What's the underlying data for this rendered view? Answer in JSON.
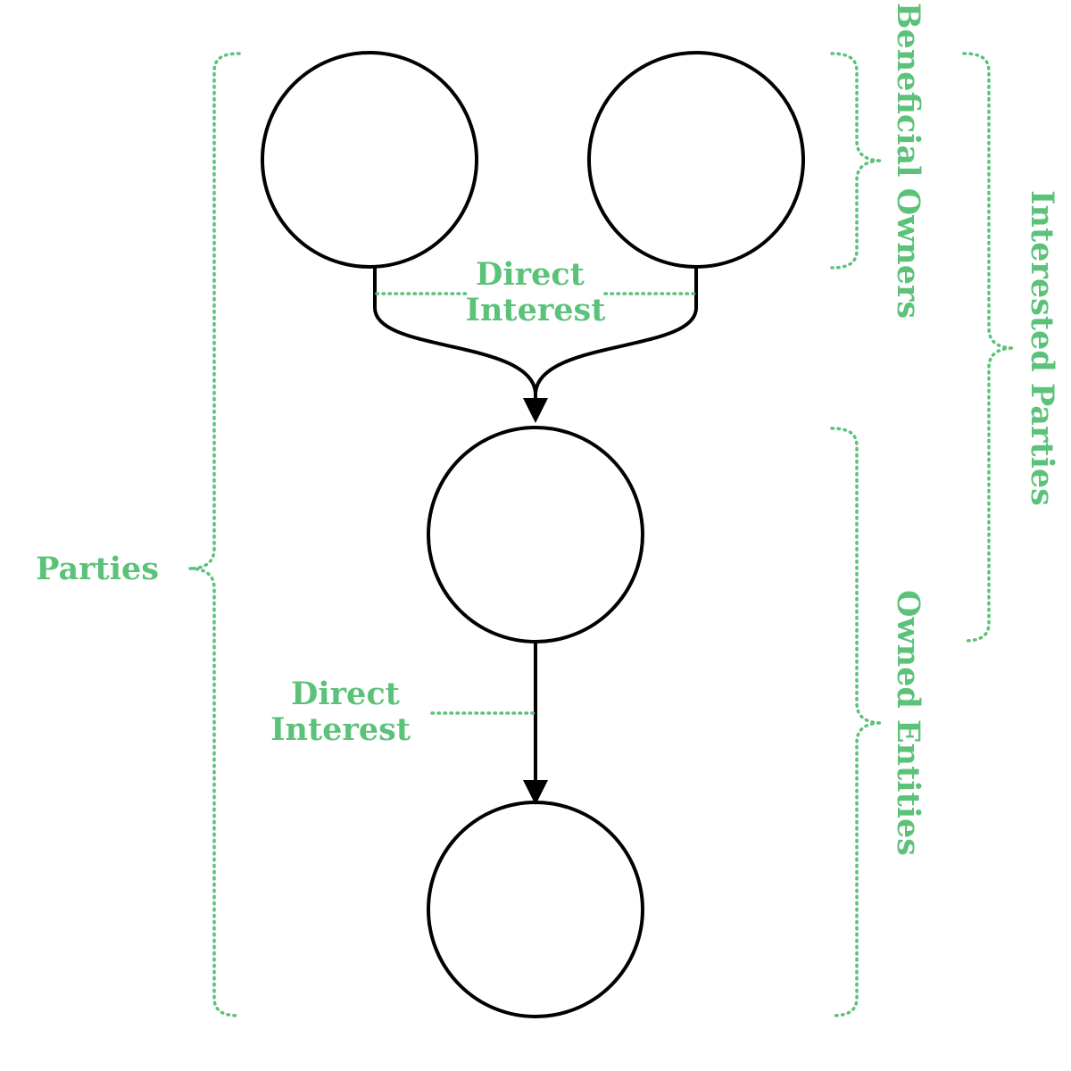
{
  "labels": {
    "direct_interest_top": [
      "Direct",
      "Interest"
    ],
    "direct_interest_bottom": [
      "Direct",
      "Interest"
    ],
    "parties": "Parties",
    "beneficial_owners": "Beneficial Owners",
    "owned_entities": "Owned Entities",
    "interested_parties": "Interested Parties"
  },
  "colors": {
    "accent": "#5cc27a",
    "stroke": "#000000",
    "background": "#ffffff"
  }
}
